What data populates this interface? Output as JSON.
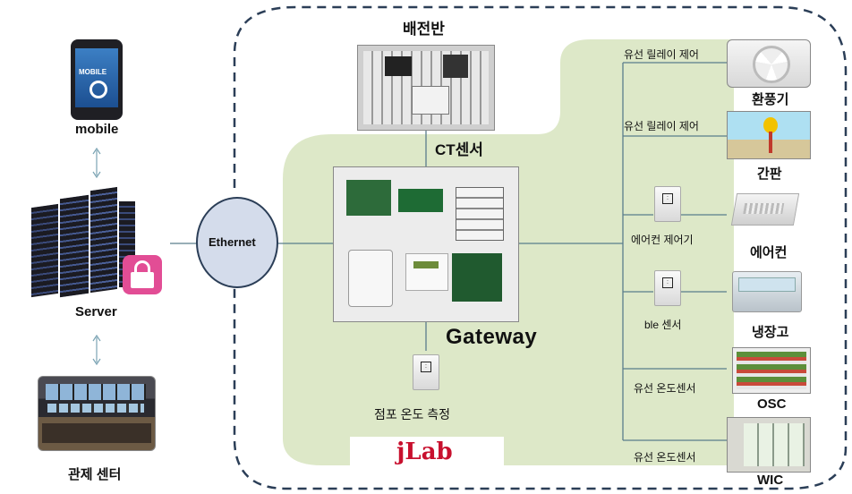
{
  "title": "배전반",
  "labels": {
    "mobile": "mobile",
    "server": "Server",
    "control_center": "관제 센터",
    "ethernet": "Ethernet",
    "ct_sensor": "CT센서",
    "gateway": "Gateway",
    "spot_temp": "점포 온도 측정",
    "logo": "jLab",
    "mobile_screen": "MOBILE"
  },
  "links": [
    {
      "label": "유선 릴레이 제어",
      "device": "환풍기"
    },
    {
      "label": "유선 릴레이 제어",
      "device": "간판"
    },
    {
      "label": "에어컨 제어기",
      "device": "에어컨"
    },
    {
      "label": "ble 센서",
      "device": "냉장고"
    },
    {
      "label": "유선 온도센서",
      "device": "OSC"
    },
    {
      "label": "유선 온도센서",
      "device": "WIC"
    }
  ],
  "colors": {
    "panel_green": "#dde8c8",
    "dash_blue": "#2b3e57",
    "ethernet_fill": "#d4dceb",
    "line_teal": "#5a7d8c"
  }
}
